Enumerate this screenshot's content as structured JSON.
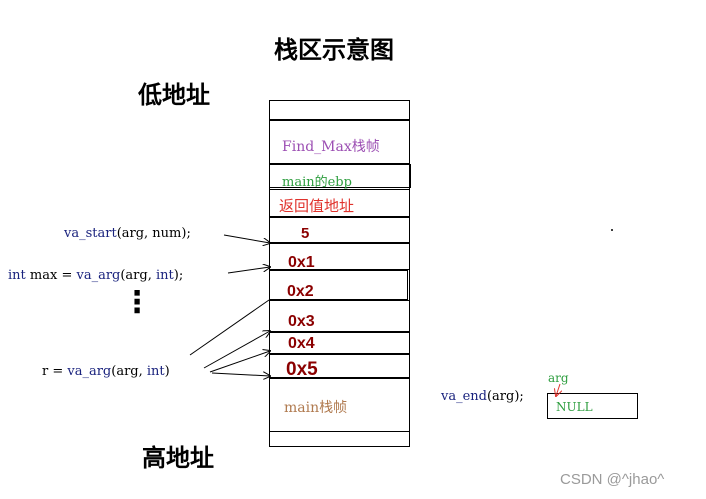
{
  "diagram": {
    "title": "栈区示意图",
    "low_address_label": "低地址",
    "high_address_label": "高地址",
    "watermark": "CSDN @^jhao^",
    "stack_cells": [
      {
        "label": "Find_Max栈帧",
        "color": "#9c4fb3"
      },
      {
        "label": "main的ebp",
        "color": "#2e9e3f"
      },
      {
        "label": "返回值地址",
        "color": "#e0322c"
      },
      {
        "label": "5",
        "color": "#8b0000"
      },
      {
        "label": "0x1",
        "color": "#8b0000"
      },
      {
        "label": "0x2",
        "color": "#8b0000"
      },
      {
        "label": "0x3",
        "color": "#8b0000"
      },
      {
        "label": "0x4",
        "color": "#8b0000"
      },
      {
        "label": "0x5",
        "color": "#8b0000"
      },
      {
        "label": "main栈帧",
        "color": "#b07a4f"
      }
    ],
    "code": {
      "va_start": {
        "fn": "va_start",
        "args": "(arg, num);"
      },
      "max_line": {
        "kw": "int",
        "rest": " max = ",
        "fn": "va_arg",
        "args1": "(arg, ",
        "kw2": "int",
        "args2": ");"
      },
      "r_line": {
        "pre": "r = ",
        "fn": "va_arg",
        "args1": "(arg, ",
        "kw2": "int",
        "args2": ")"
      },
      "va_end": {
        "fn": "va_end",
        "args": "(arg);"
      }
    },
    "ellipsis": "⋮",
    "arg_pointer": {
      "label": "arg",
      "label_color": "#2e9e3f",
      "value": "NULL",
      "value_color": "#2e9e3f"
    }
  }
}
